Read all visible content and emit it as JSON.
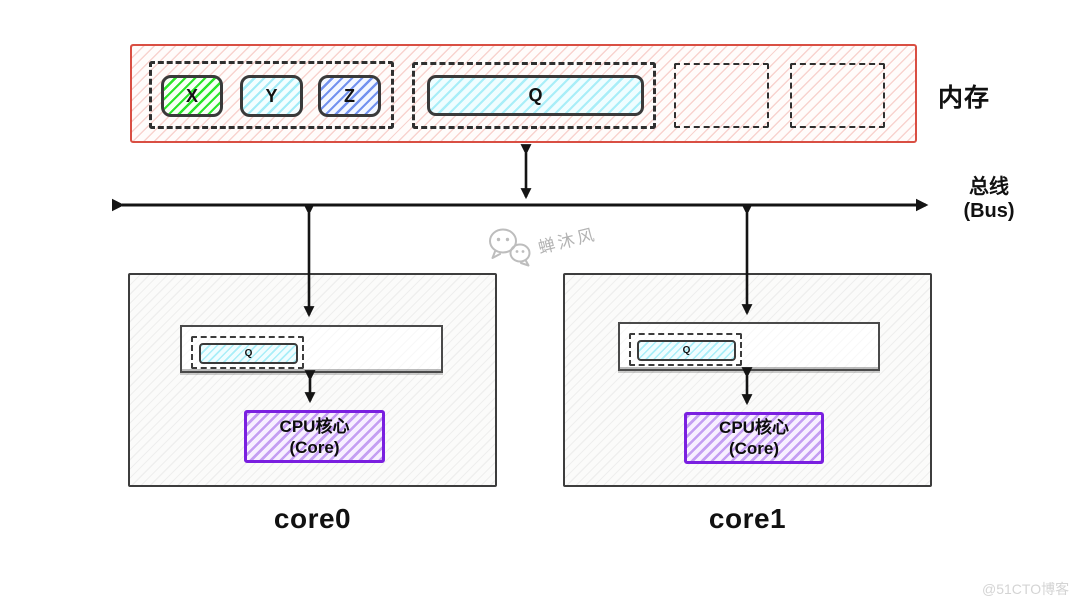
{
  "memory": {
    "label": "内存",
    "cells": [
      {
        "label": "X",
        "color": "#07e007"
      },
      {
        "label": "Y",
        "color": "#60ddf0"
      },
      {
        "label": "Z",
        "color": "#4870e9"
      }
    ],
    "q_cell": {
      "label": "Q",
      "color": "#62dff1"
    }
  },
  "bus": {
    "label": "总线",
    "label_en": "(Bus)"
  },
  "cores": [
    {
      "name": "core0",
      "cache_value": "Q",
      "cpu_label": "CPU核心",
      "cpu_label_en": "(Core)"
    },
    {
      "name": "core1",
      "cache_value": "Q",
      "cpu_label": "CPU核心",
      "cpu_label_en": "(Core)"
    }
  ],
  "watermarks": {
    "brand": "蝉沐风",
    "site": "@51CTO博客"
  },
  "colors": {
    "memory_border": "#d94f43",
    "core_border": "#3d3d3d",
    "cpu_border": "#7a1fe0",
    "arrow": "#141414"
  }
}
